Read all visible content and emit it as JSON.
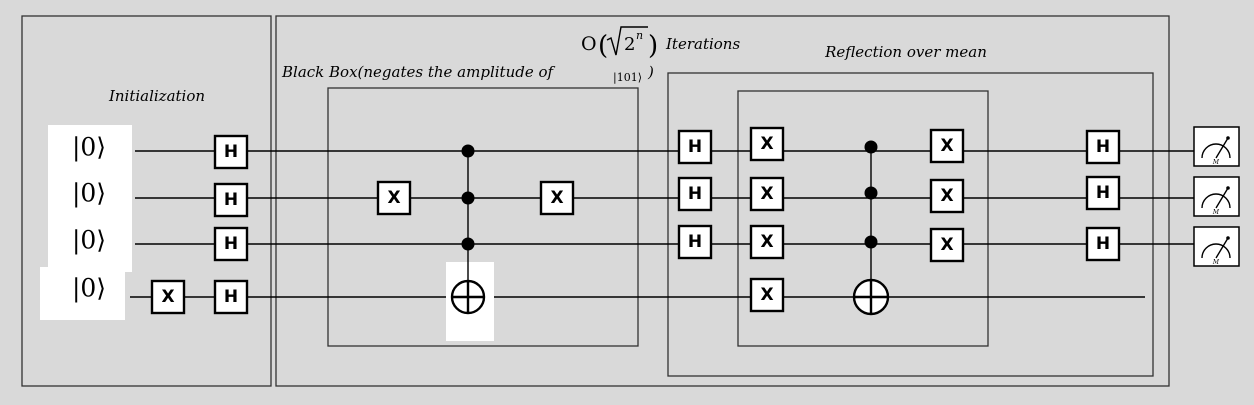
{
  "initialization": {
    "title": "Initialization",
    "kets": [
      "|0⟩",
      "|0⟩",
      "|0⟩",
      "|0⟩"
    ]
  },
  "grover": {
    "iterations_prefix": "O",
    "iterations_sqrt": "2",
    "iterations_exp": "n",
    "iterations_label": "Iterations"
  },
  "oracle": {
    "title": "Black Box(negates the amplitude of",
    "marked_state": "|101⟩",
    "title_end": ")"
  },
  "diffusion": {
    "title": "Reflection over mean"
  },
  "gates": {
    "hadamard": "H",
    "not": "X",
    "measure_sub": "M"
  }
}
